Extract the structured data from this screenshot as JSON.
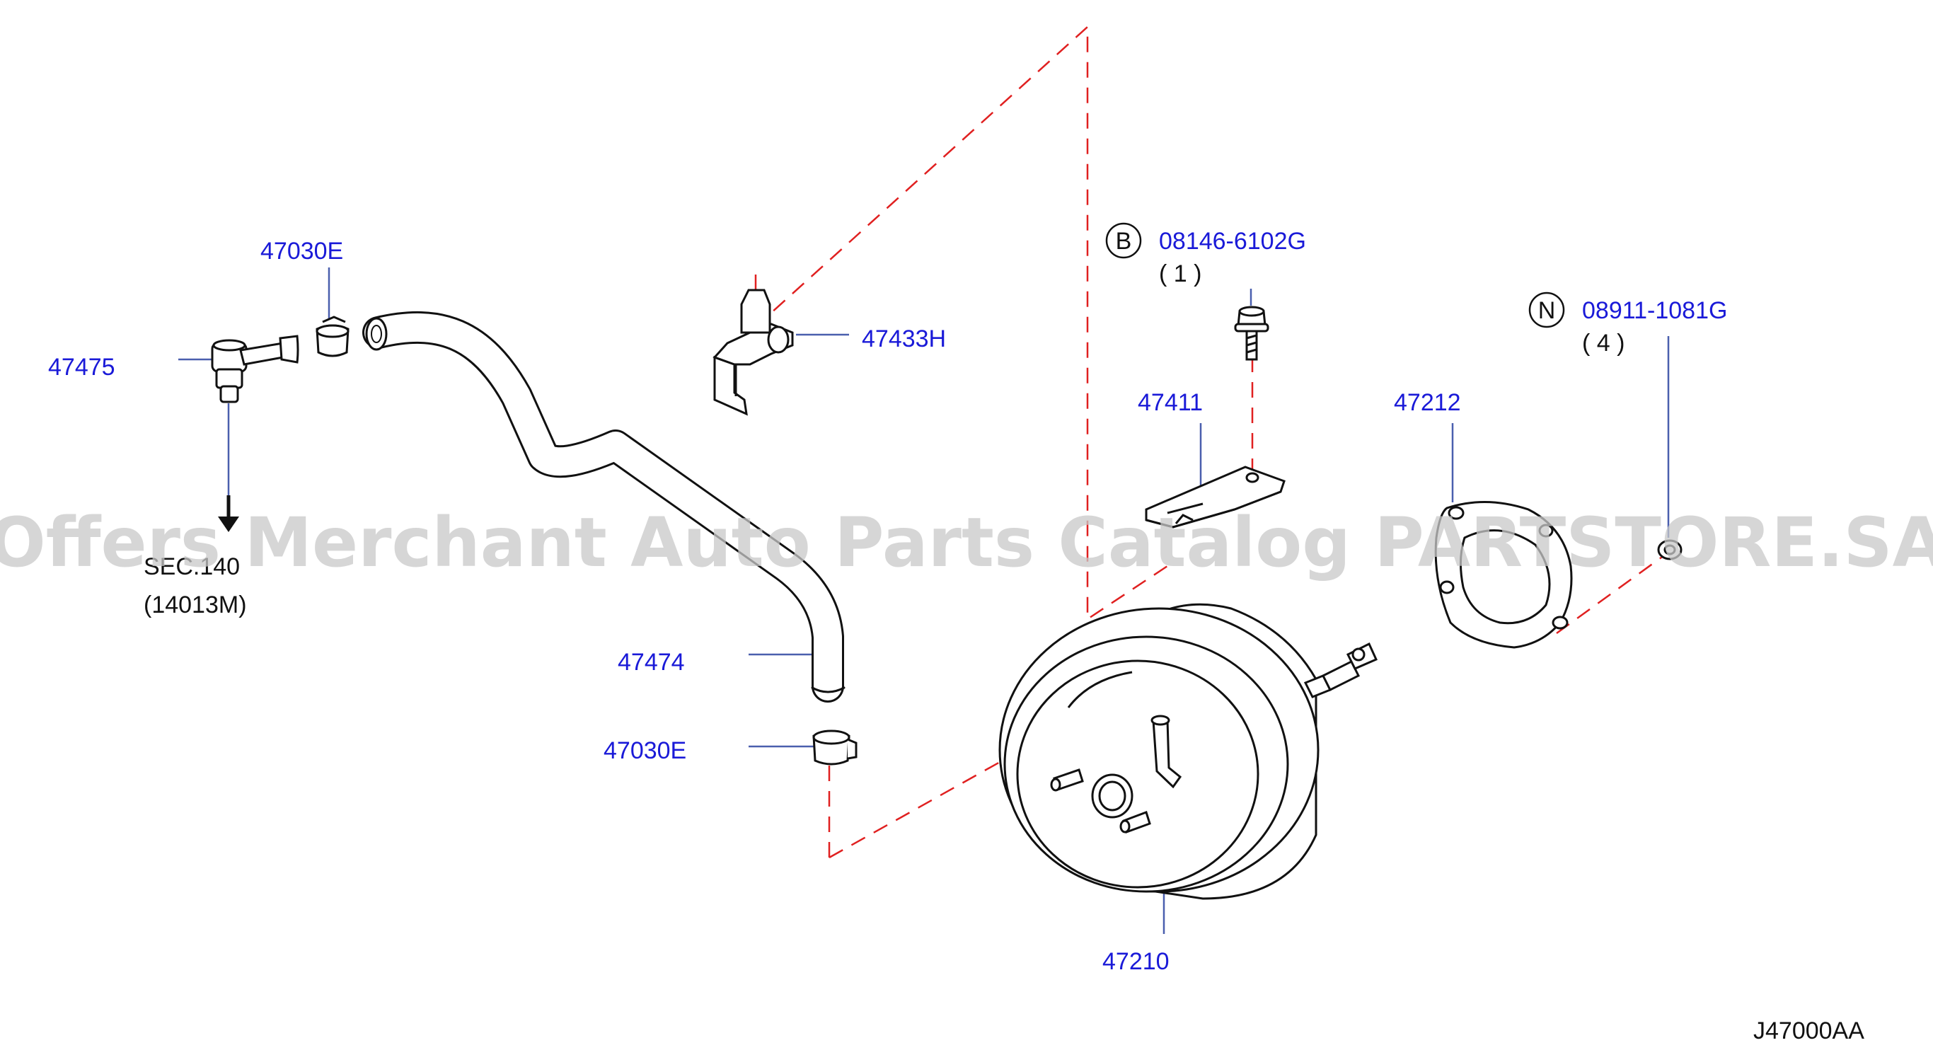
{
  "colors": {
    "label_blue": "#1a1ad8",
    "line_blue": "#4a5fae",
    "dash_red": "#e02020",
    "outline": "#111111",
    "watermark": "#c8c8c8"
  },
  "parts": {
    "p47030E_top": "47030E",
    "p47475": "47475",
    "p47433H": "47433H",
    "p47474": "47474",
    "p47030E_bottom": "47030E",
    "p47411": "47411",
    "p47212": "47212",
    "p47210": "47210"
  },
  "fasteners": {
    "bolt": {
      "symbol": "B",
      "part": "08146-6102G",
      "qty": "( 1 )"
    },
    "nut": {
      "symbol": "N",
      "part": "08911-1081G",
      "qty": "( 4 )"
    }
  },
  "section": {
    "line1": "SEC.140",
    "line2": "(14013M)"
  },
  "diagram_code": "J47000AA",
  "watermark": "Offers Merchant Auto Parts Catalog PARTSTORE.SA"
}
